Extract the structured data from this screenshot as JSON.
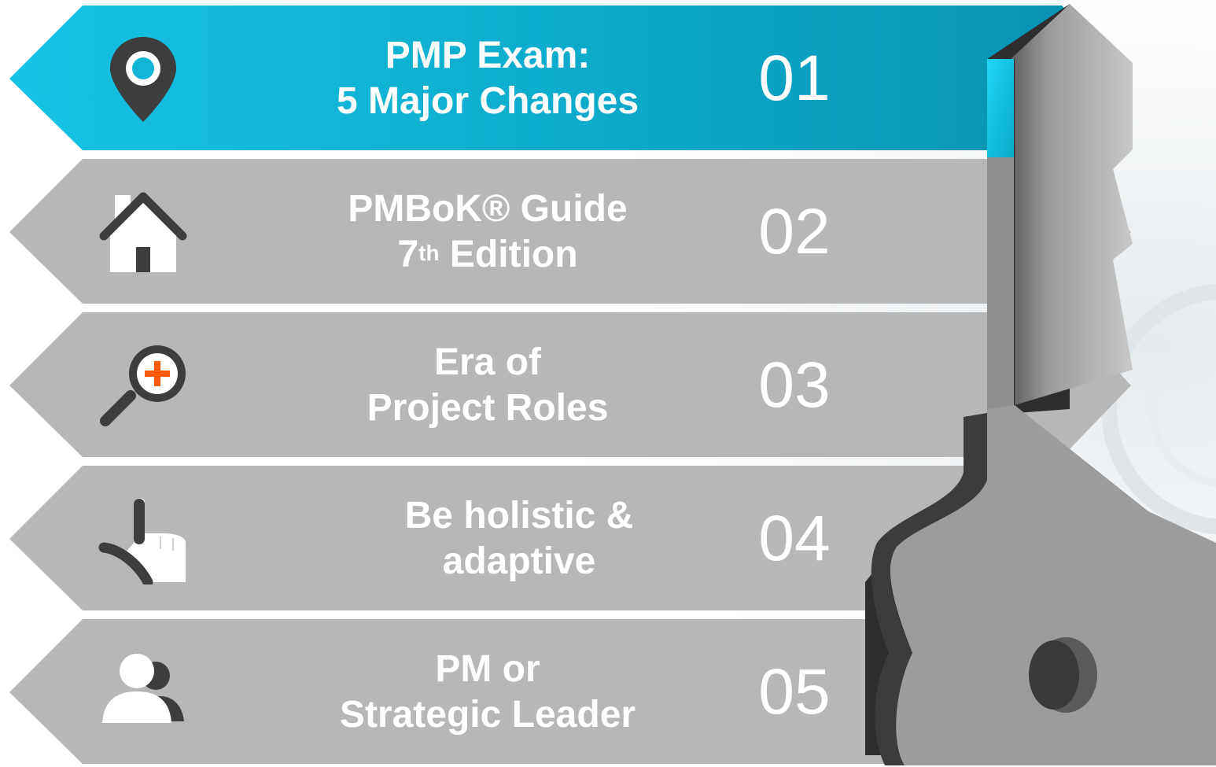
{
  "items": [
    {
      "num": "01",
      "line1": "PMP Exam:",
      "line2": "5 Major Changes",
      "icon": "map-pin-icon",
      "active": true
    },
    {
      "num": "02",
      "line1": "PMBoK® Guide",
      "line2_pre": "7",
      "line2_sup": "th",
      "line2": " Edition",
      "icon": "home-icon",
      "active": false
    },
    {
      "num": "03",
      "line1": "Era of",
      "line2": "Project Roles",
      "icon": "magnifier-plus-icon",
      "active": false
    },
    {
      "num": "04",
      "line1": "Be holistic &",
      "line2": "adaptive",
      "icon": "pointing-hand-icon",
      "active": false
    },
    {
      "num": "05",
      "line1": "PM or",
      "line2": "Strategic Leader",
      "icon": "users-icon",
      "active": false
    }
  ],
  "colors": {
    "active": "#0aa9c9",
    "inactive": "#b5b5b5",
    "icon": "#3d3d3d",
    "accent": "#ff5a00"
  }
}
